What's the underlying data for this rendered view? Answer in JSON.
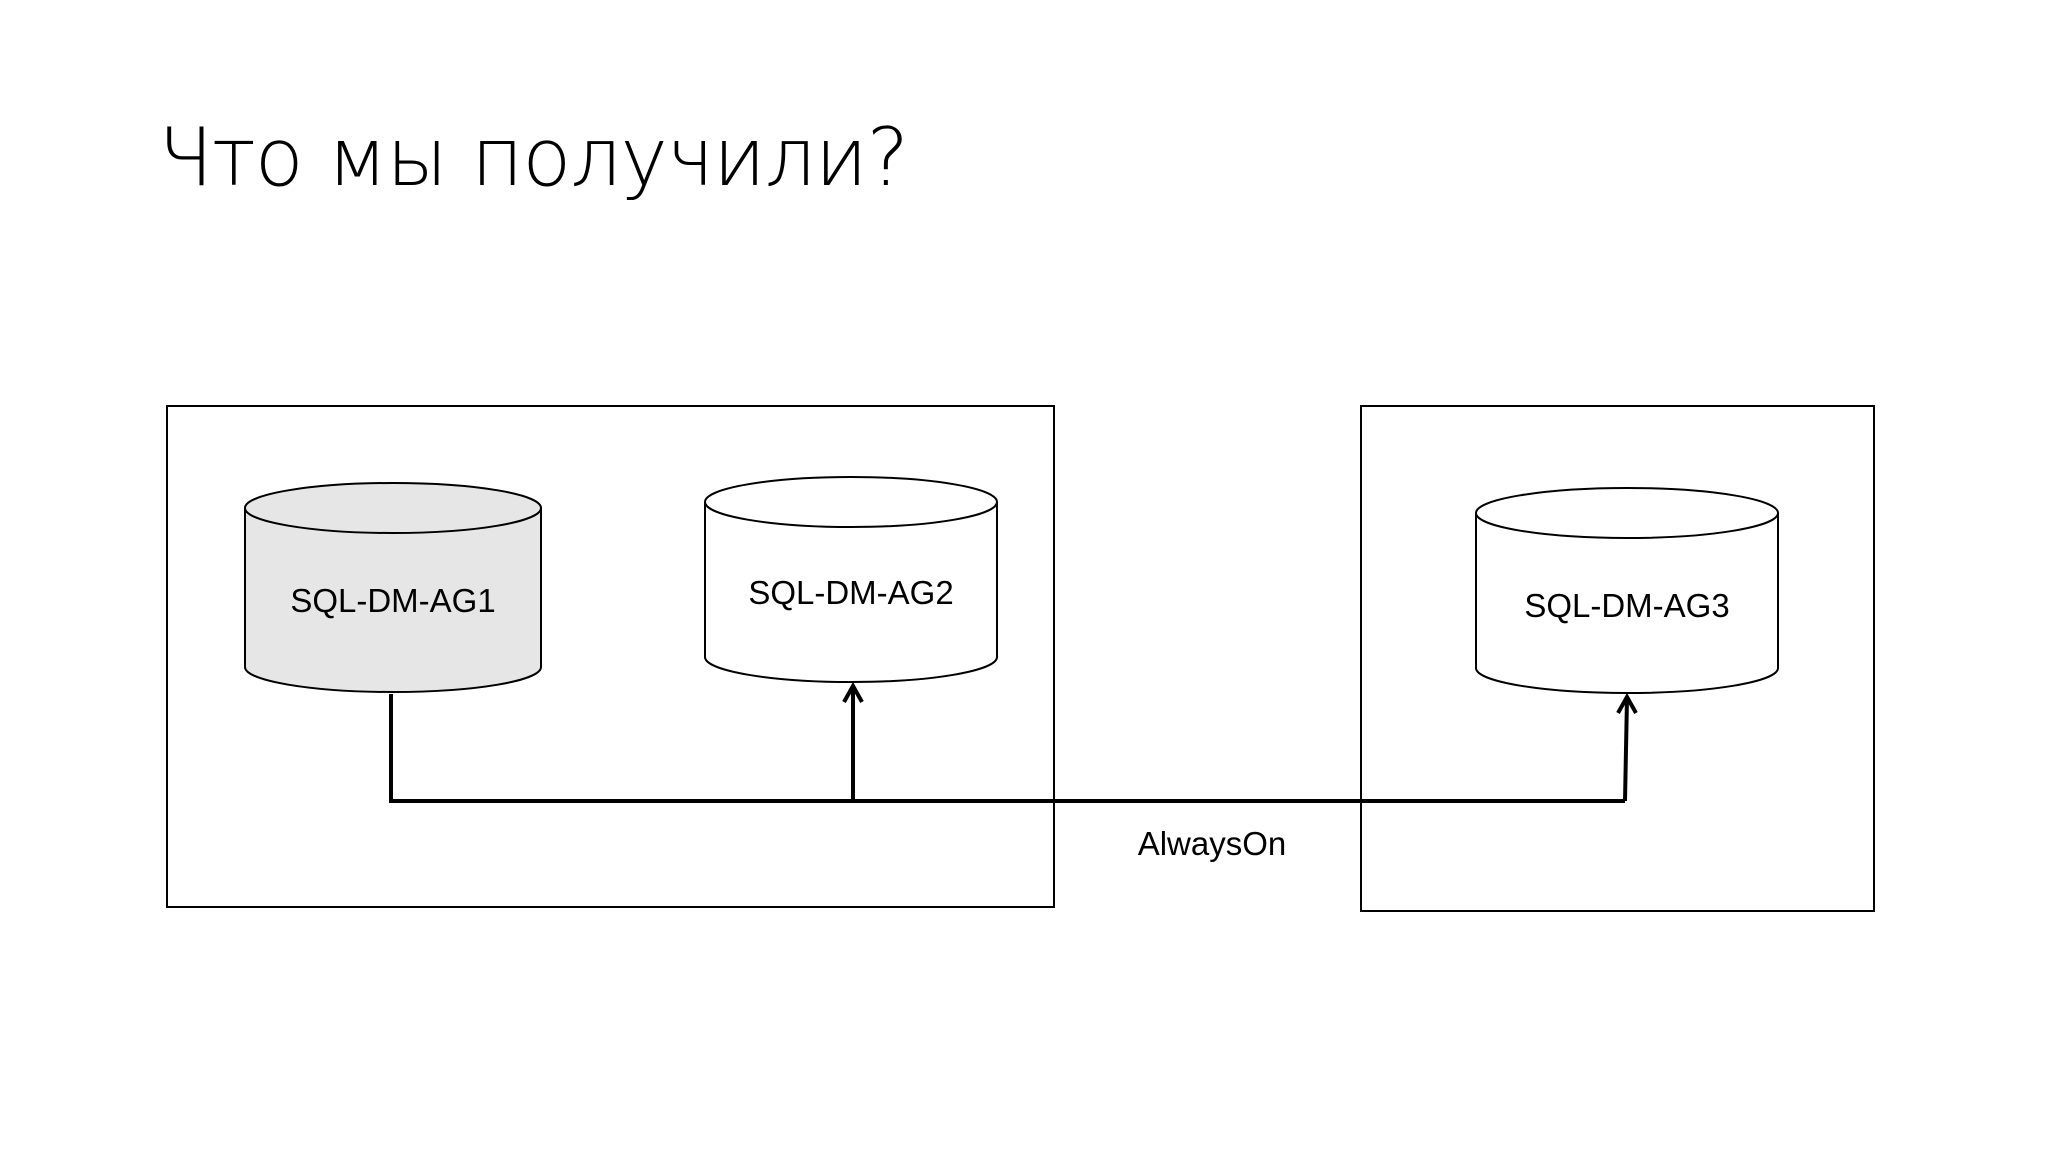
{
  "slide": {
    "title": "Что мы получили?"
  },
  "diagram": {
    "nodes": [
      {
        "id": "ag1",
        "label": "SQL-DM-AG1",
        "fill": "#e6e6e6"
      },
      {
        "id": "ag2",
        "label": "SQL-DM-AG2",
        "fill": "#ffffff"
      },
      {
        "id": "ag3",
        "label": "SQL-DM-AG3",
        "fill": "#ffffff"
      }
    ],
    "connector_label": "AlwaysOn",
    "colors": {
      "stroke": "#000000",
      "primary_fill": "#e6e6e6",
      "secondary_fill": "#ffffff"
    }
  }
}
